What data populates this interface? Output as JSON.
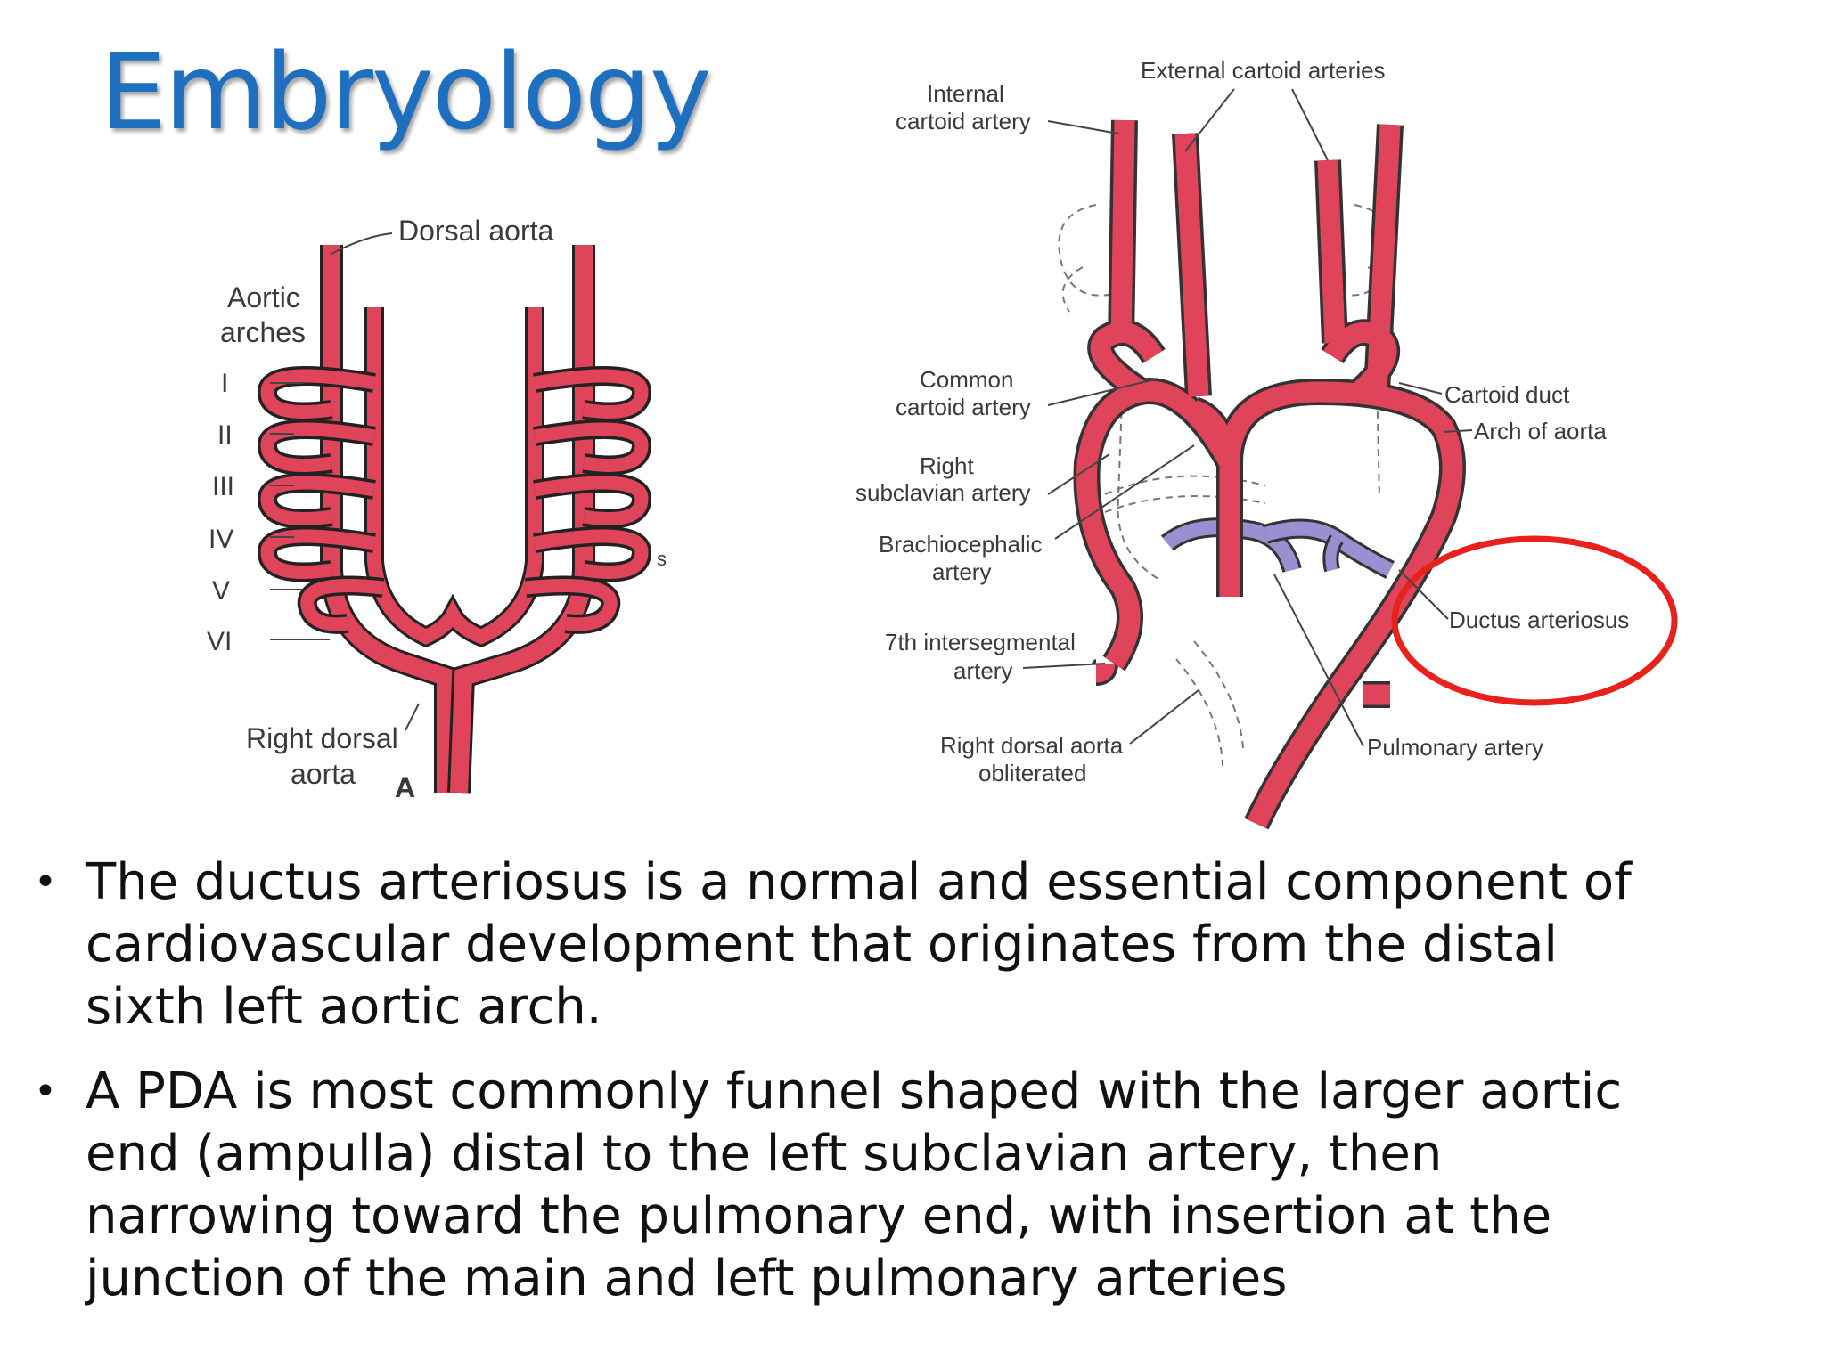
{
  "title": "Embryology",
  "figure_a": {
    "dorsal_aorta": "Dorsal aorta",
    "aortic_arches": [
      "Aortic",
      "arches"
    ],
    "arch_numbers": [
      "I",
      "II",
      "III",
      "IV",
      "V",
      "VI"
    ],
    "right_dorsal_aorta": [
      "Right dorsal",
      "aorta"
    ],
    "panel_letter": "A",
    "stray_glyph": "s"
  },
  "figure_b": {
    "external_carotid": "External cartoid arteries",
    "internal_carotid": [
      "Internal",
      "cartoid artery"
    ],
    "common_carotid": [
      "Common",
      "cartoid artery"
    ],
    "right_subclavian": [
      "Right",
      "subclavian artery"
    ],
    "brachiocephalic": [
      "Brachiocephalic",
      "artery"
    ],
    "intersegmental": [
      "7th intersegmental",
      "artery"
    ],
    "right_dorsal_obliterated": [
      "Right dorsal aorta",
      "obliterated"
    ],
    "carotid_duct": "Cartoid duct",
    "arch_of_aorta": "Arch of aorta",
    "ductus_arteriosus": "Ductus arteriosus",
    "pulmonary_artery": "Pulmonary artery"
  },
  "bullets": [
    [
      "The ductus arteriosus is a normal and essential component of",
      "cardiovascular development that originates from the distal",
      "sixth left aortic arch."
    ],
    [
      "A PDA is most commonly funnel shaped with the larger aortic",
      "end (ampulla) distal to the left subclavian artery, then",
      "narrowing toward the pulmonary end, with insertion at the",
      "junction of the main and left pulmonary arteries"
    ]
  ],
  "bullet_char": "•",
  "colors": {
    "title": "#1f6fc1",
    "artery": "#e0445a",
    "vein": "#9a8fd0",
    "highlight_circle": "#e8211c",
    "text": "#111111"
  }
}
